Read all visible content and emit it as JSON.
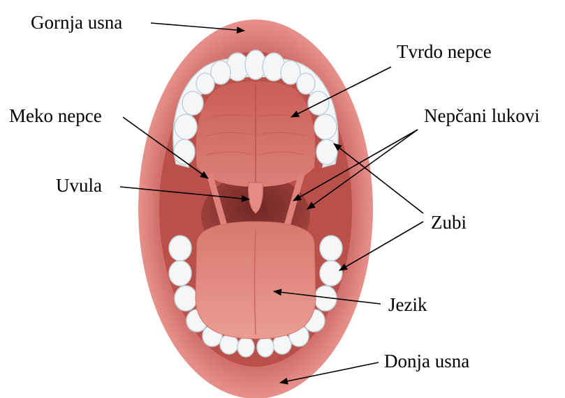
{
  "labels": {
    "upper_lip": "Gornja usna",
    "hard_palate": "Tvrdo nepce",
    "soft_palate": "Meko nepce",
    "palatal_arches": "Nepčani lukovi",
    "uvula": "Uvula",
    "teeth": "Zubi",
    "tongue": "Jezik",
    "lower_lip": "Donja usna"
  },
  "colors": {
    "lip": "#e48b86",
    "lip_dark": "#c8625f",
    "cavity": "#b44a44",
    "palate": "#d06d66",
    "tongue": "#e59088",
    "tooth": "#f4f6f7",
    "tooth_shade": "#c7d2d8",
    "arrow": "#000000"
  }
}
